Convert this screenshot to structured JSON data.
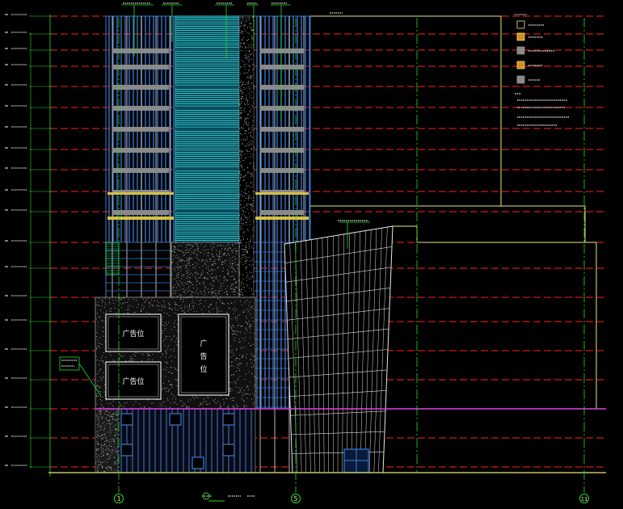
{
  "colors": {
    "background": "#000000",
    "level_line": "#ff2020",
    "leader": "#22dd22",
    "outline": "#e8e87a",
    "glass_cyan": "#30e0f0",
    "glass_blue": "#3a7bd5",
    "mullion_white": "#e8e8e8",
    "spandrel_gray": "#8a8a8a",
    "stone_stipple": "#bbbbbb",
    "band_yellow": "#d8c040",
    "magenta": "#e040e0",
    "text": "#ffffff"
  },
  "billboards": {
    "left_top": "广告位",
    "left_bottom": "广告位",
    "right_vertical": [
      "广",
      "告",
      "位"
    ]
  },
  "grid_axes": {
    "left": "1",
    "middle": "5",
    "right": "11"
  }
}
